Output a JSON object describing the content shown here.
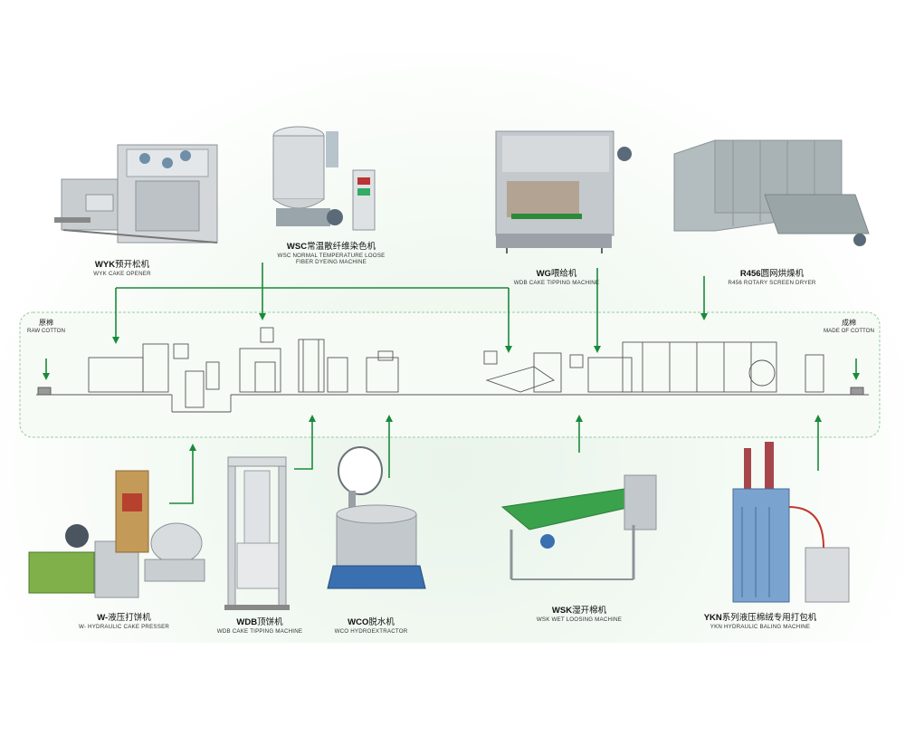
{
  "colors": {
    "arrow": "#1a8a3a",
    "panel_border": "#9ccaa0",
    "machine_grey": "#b9bfc3",
    "line_art": "#555555"
  },
  "side_labels": {
    "left": {
      "cn": "原棉",
      "en": "RAW COTTON"
    },
    "right": {
      "cn": "成棉",
      "en": "MADE OF COTTON"
    }
  },
  "machines_top": [
    {
      "code": "WYK",
      "cn": "预开松机",
      "en": "WYK CAKE OPENER"
    },
    {
      "code": "WSC",
      "cn": "常温散纤维染色机",
      "en": "WSC NORMAL TEMPERATURE LOOSE",
      "en2": "FIBER DYEING MACHINE"
    },
    {
      "code": "WG",
      "cn": "喂给机",
      "en": "WDB CAKE TIPPING MACHINE"
    },
    {
      "code": "R456",
      "cn": "圆网烘燥机",
      "en": "R456 ROTARY SCREEN DRYER"
    }
  ],
  "machines_bottom": [
    {
      "code": "W-",
      "cn": "液压打饼机",
      "en": "W- HYDRAULIC CAKE PRESSER"
    },
    {
      "code": "WDB",
      "cn": "顶饼机",
      "en": "WDB CAKE TIPPING MACHINE"
    },
    {
      "code": "WCO",
      "cn": "脱水机",
      "en": "WCO HYDROEXTRACTOR"
    },
    {
      "code": "WSK",
      "cn": "湿开棉机",
      "en": "WSK WET LOOSING MACHINE"
    },
    {
      "code": "YKN",
      "cn": "系列液压棉绒专用打包机",
      "en": "YKN HYDRAULIC BALING MACHINE"
    }
  ]
}
